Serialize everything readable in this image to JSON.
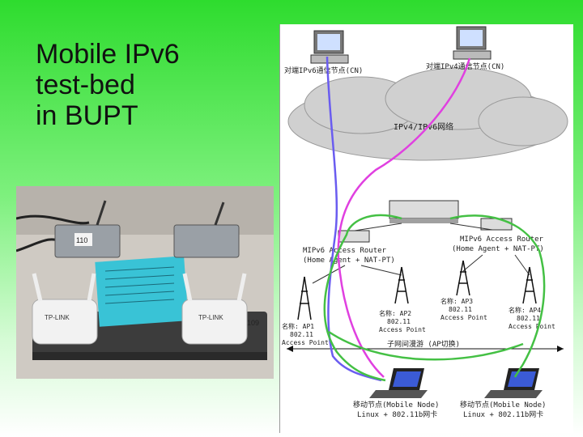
{
  "slide": {
    "title_lines": [
      "Mobile IPv6",
      "test-bed",
      "in BUPT"
    ]
  },
  "photo": {
    "label_left": "TP-LINK",
    "label_right": "TP-LINK",
    "sticker_left": "110",
    "sticker_right": "109"
  },
  "diagram": {
    "cn_left_label": "对端IPv6通信节点(CN)",
    "cn_right_label": "对端IPv4通信节点(CN)",
    "cloud_label": "IPv4/IPv6网络",
    "router_left": {
      "line1": "MIPv6 Access Router",
      "line2": "(Home Agent + NAT-PT)"
    },
    "router_right": {
      "line1": "MIPv6 Access Router",
      "line2": "(Home Agent + NAT-PT)"
    },
    "aps": [
      {
        "name": "名称: AP1",
        "std": "802.11",
        "role": "Access Point"
      },
      {
        "name": "名称: AP2",
        "std": "802.11",
        "role": "Access Point"
      },
      {
        "name": "名称: AP3",
        "std": "802.11",
        "role": "Access Point"
      },
      {
        "name": "名称: AP4",
        "std": "802.11",
        "role": "Access Point"
      }
    ],
    "subnet_label": "子网间漫游 (AP切换)",
    "mn_left": {
      "line1": "移动节点(Mobile Node)",
      "line2": "Linux + 802.11b网卡"
    },
    "mn_right": {
      "line1": "移动节点(Mobile Node)",
      "line2": "Linux + 802.11b网卡"
    },
    "colors": {
      "blue_path": "#6a5cf0",
      "magenta_path": "#e040e0",
      "green_path": "#44c044"
    }
  }
}
